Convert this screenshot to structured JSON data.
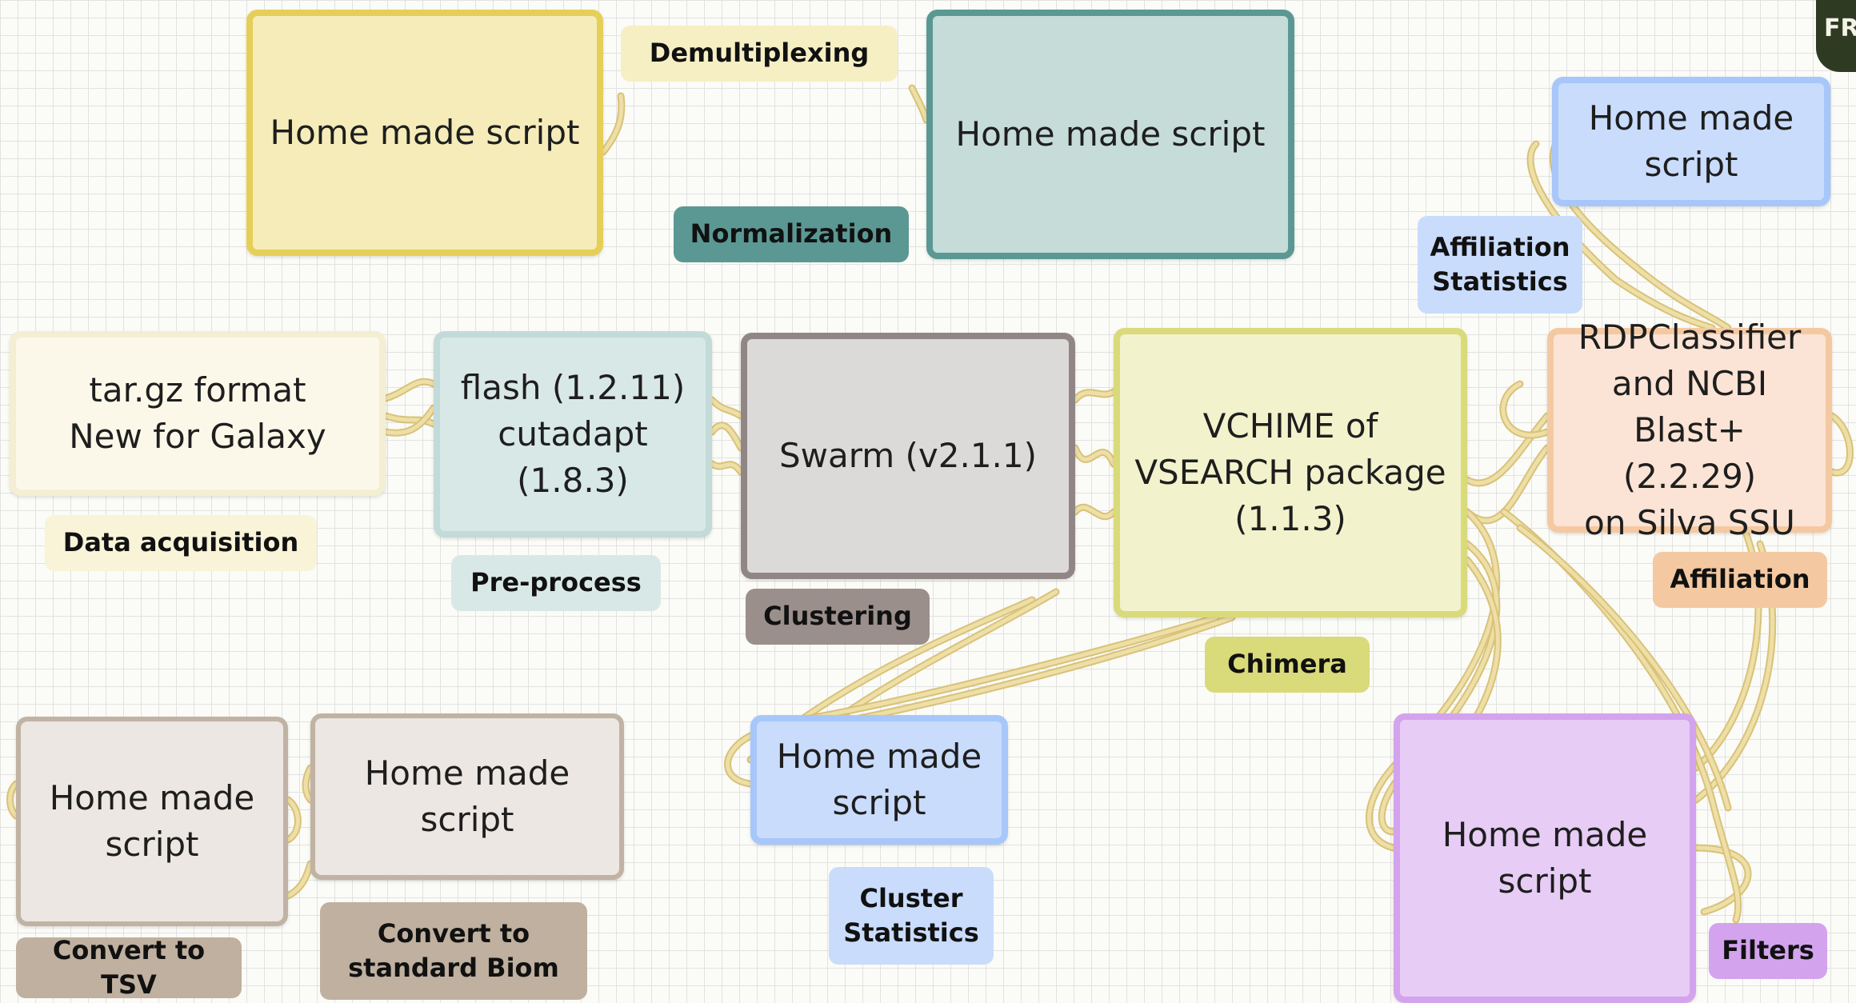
{
  "corner_logo": {
    "text": "FR"
  },
  "nodes": {
    "home_top_left": {
      "label": "Home made script"
    },
    "home_top_mid": {
      "label": "Home made script"
    },
    "home_top_right": {
      "label": "Home made\nscript"
    },
    "tar_gz": {
      "label": "tar.gz format\nNew for Galaxy"
    },
    "flash": {
      "label": "flash (1.2.11)\ncutadapt\n(1.8.3)"
    },
    "swarm": {
      "label": "Swarm (v2.1.1)"
    },
    "vchime": {
      "label": "VCHIME of\nVSEARCH package\n(1.1.3)"
    },
    "rdp": {
      "label": "RDPClassifier\nand NCBI\nBlast+ (2.2.29)\non Silva SSU"
    },
    "home_tsv": {
      "label": "Home made\nscript"
    },
    "home_biom": {
      "label": "Home made\nscript"
    },
    "home_cluster": {
      "label": "Home made\nscript"
    },
    "home_filters": {
      "label": "Home made\nscript"
    }
  },
  "tags": {
    "demultiplexing": "Demultiplexing",
    "normalization": "Normalization",
    "affiliation_statistics": "Affiliation\nStatistics",
    "data_acquisition": "Data acquisition",
    "pre_process": "Pre-process",
    "clustering": "Clustering",
    "chimera": "Chimera",
    "affiliation": "Affiliation",
    "convert_tsv": "Convert to TSV",
    "convert_biom": "Convert to\nstandard Biom",
    "cluster_statistics": "Cluster\nStatistics",
    "filters": "Filters"
  },
  "colors": {
    "wire": "#eedfa6",
    "wire_edge": "#d8c27a",
    "yellow_fill": "#f5ecb9",
    "yellow_border": "#e6cf58",
    "teal_fill": "#c6dcd9",
    "teal_border": "#5b9894",
    "teal_tag": "#5b9894",
    "blue_fill": "#c9dcfc",
    "blue_border": "#a7c7fa",
    "cream_fill": "#fcf8e9",
    "cream_border": "#f4efd3",
    "pale_teal_fill": "#d8e8e6",
    "pale_teal_border": "#c2dbd8",
    "grey_fill": "#dcdad9",
    "grey_border": "#918686",
    "lime_fill": "#f2f2cd",
    "lime_border": "#d9da7a",
    "peach_fill": "#fbe4d5",
    "peach_border": "#f4c9a1",
    "stone_fill": "#ece7e2",
    "stone_border": "#c0b3a4",
    "stone_tag": "#bfb09f",
    "violet_fill": "#e7ccf5",
    "violet_border": "#d3a3ee"
  }
}
